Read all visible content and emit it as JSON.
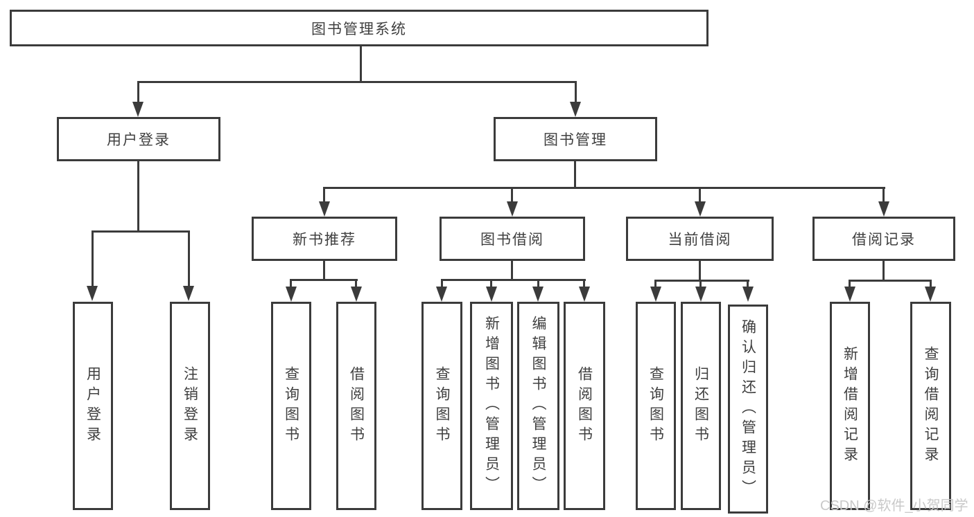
{
  "diagram": {
    "watermark": "CSDN @软件_小贺同学",
    "colors": {
      "line": "#3b3b3b",
      "text": "#3f3f3f",
      "background": "#ffffff",
      "watermark": "#c9c9c9"
    },
    "root": {
      "label": "图书管理系统"
    },
    "branches": [
      {
        "label": "用户登录",
        "children": [
          {
            "label": "用户登录"
          },
          {
            "label": "注销登录"
          }
        ]
      },
      {
        "label": "图书管理",
        "children": [
          {
            "label": "新书推荐",
            "children": [
              {
                "label": "查询图书"
              },
              {
                "label": "借阅图书"
              }
            ]
          },
          {
            "label": "图书借阅",
            "children": [
              {
                "label": "查询图书"
              },
              {
                "label": "新增图书（管理员）"
              },
              {
                "label": "编辑图书（管理员）"
              },
              {
                "label": "借阅图书"
              }
            ]
          },
          {
            "label": "当前借阅",
            "children": [
              {
                "label": "查询图书"
              },
              {
                "label": "归还图书"
              },
              {
                "label": "确认归还（管理员）"
              }
            ]
          },
          {
            "label": "借阅记录",
            "children": [
              {
                "label": "新增借阅记录"
              },
              {
                "label": "查询借阅记录"
              }
            ]
          }
        ]
      }
    ]
  }
}
